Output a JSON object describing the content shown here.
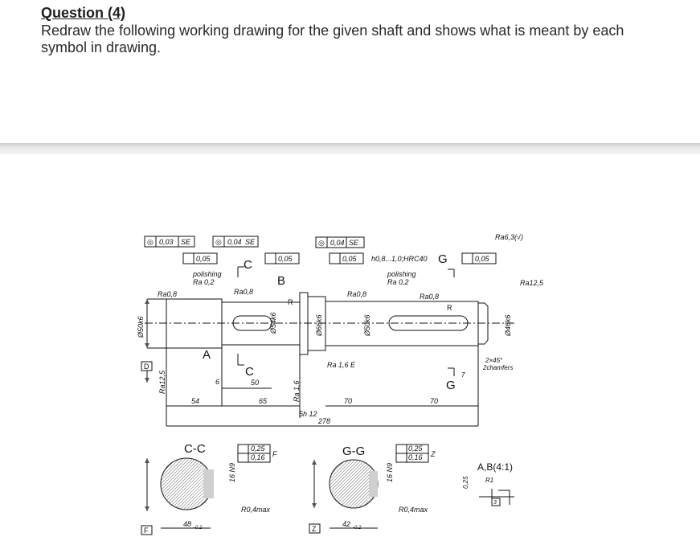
{
  "question": {
    "title": "Question (4)",
    "body": "Redraw the following working drawing for the given shaft and shows what is meant by each symbol in drawing."
  },
  "drawing": {
    "ref_boxes": [
      {
        "symbol": "◎",
        "value": "0,03",
        "datum": "SE"
      },
      {
        "symbol": "◎",
        "value": "0,04",
        "datum": "SE"
      },
      {
        "symbol": "◎",
        "value": "0,04",
        "datum": "SE"
      }
    ],
    "runout_boxes": [
      "0,05",
      "0,05",
      "0,05",
      "0,05"
    ],
    "polishing": [
      {
        "label": "polishing",
        "ra": "Ra 0,2"
      },
      {
        "label": "polishing",
        "ra": "Ra 0,2"
      }
    ],
    "roughness": [
      "Ra0,8",
      "Ra0,8",
      "Ra0,8",
      "Ra0,8",
      "Ra12,5",
      "Ra6,3(√)",
      "Ra 1,6",
      "Ra12,5",
      "Ra 1,6  E"
    ],
    "hardness": "h0,8...1,0;HRC40",
    "section_letters": {
      "a": "A",
      "b": "B",
      "c": "C",
      "c2": "C",
      "g": "G",
      "g2": "G",
      "d": "D",
      "e": "E",
      "f": "F",
      "z": "Z"
    },
    "diameters": [
      "Ø50k6",
      "Ø54k6",
      "Ø66k6",
      "Ø50k6",
      "Ø46k6"
    ],
    "radius": "R",
    "lengths": [
      "6",
      "50",
      "54",
      "65",
      "70",
      "70",
      "278",
      "5h 12",
      "7"
    ],
    "chamfer": {
      "line1": "2×45°",
      "line2": "2chamfers"
    },
    "sections": [
      {
        "title": "C-C",
        "tol_a": "0,25",
        "tol_b": "0,16",
        "datum": "F",
        "key": "16 N9",
        "radius": "R0,4max",
        "width": "48",
        "width_tol": "-0,2",
        "bottom_datum": "F"
      },
      {
        "title": "G-G",
        "tol_a": "0,25",
        "tol_b": "0,16",
        "datum": "Z",
        "key": "16 N9",
        "radius": "R0,4max",
        "width": "42",
        "width_tol": "-0,2",
        "bottom_datum": "Z"
      }
    ],
    "detail": {
      "title": "A,B(4:1)",
      "r": "R1",
      "dim": "0,25",
      "box": "3"
    }
  }
}
